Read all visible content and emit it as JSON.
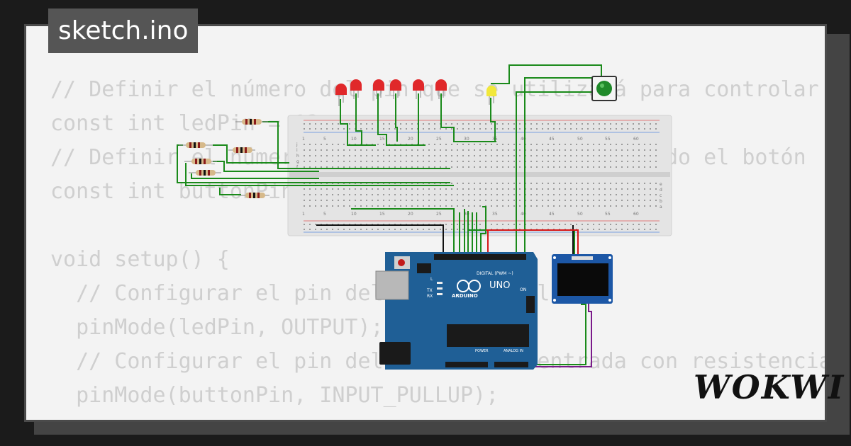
{
  "tab": {
    "filename": "sketch.ino"
  },
  "code_lines": [
    "// Definir el número del pin que se utilizará para controlar el LED",
    "const int ledPin = 13;",
    "// Definir el número del pin al que está conectado el botón",
    "const int buttonPin = 2;",
    "",
    "void setup() {",
    "  // Configurar el pin del LED como salida",
    "  pinMode(ledPin, OUTPUT);",
    "  // Configurar el pin del botón como entrada con resistencia",
    "  pinMode(buttonPin, INPUT_PULLUP);",
    "}"
  ],
  "breadboard": {
    "top_numbers": [
      "1",
      "5",
      "10",
      "15",
      "20",
      "25",
      "30",
      "35",
      "40",
      "45",
      "50",
      "55",
      "60"
    ],
    "row_letters_top": [
      "j",
      "i",
      "h",
      "g",
      "f"
    ],
    "row_letters_bottom": [
      "e",
      "d",
      "c",
      "b",
      "a"
    ]
  },
  "arduino": {
    "logo": "UNO",
    "brand": "ARDUINO",
    "digital_label": "DIGITAL (PWM ~)",
    "power_label": "POWER",
    "analog_label": "ANALOG IN",
    "on_label": "ON",
    "l_label": "L",
    "tx_label": "TX",
    "rx_label": "RX"
  },
  "brand": {
    "name": "WOKWI"
  },
  "colors": {
    "led_red": "#e0282a",
    "led_yellow": "#f2e83a",
    "button_green": "#1f8a2a",
    "wire_green": "#1a8a1a",
    "wire_red": "#d61818",
    "wire_purple": "#7a1a8a",
    "arduino_blue": "#1f5f96",
    "oled_blue": "#1c57a6"
  },
  "icons": [
    "led-icon",
    "pushbutton-icon",
    "resistor-icon",
    "usb-port-icon",
    "power-jack-icon",
    "chip-icon",
    "oled-display-icon",
    "reset-button-icon"
  ]
}
